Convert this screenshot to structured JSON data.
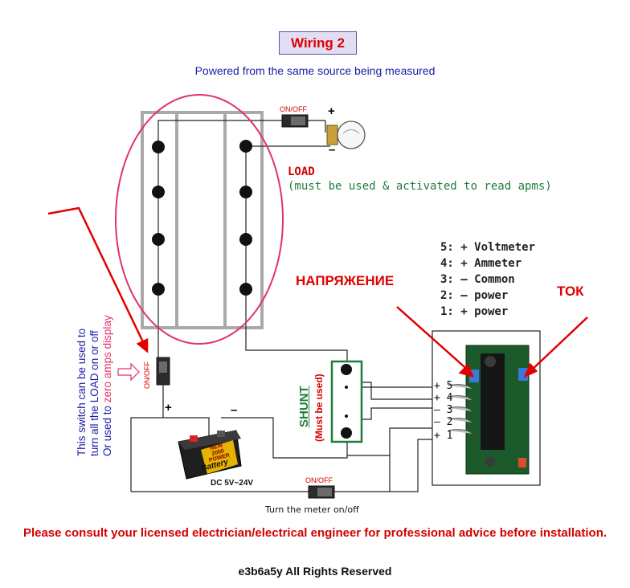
{
  "title": "Wiring 2",
  "subtitle": "Powered from the same source being measured",
  "switch_label": "ON/OFF",
  "load": {
    "plus_sign": "+",
    "minus_sign": "–",
    "label": "LOAD",
    "note": "(must be used & activated to read apms)"
  },
  "legend": [
    "5: + Voltmeter",
    "4: + Ammeter",
    "3: – Common",
    "2: – power",
    "1: + power"
  ],
  "russian": {
    "voltage": "НАПРЯЖЕНИЕ",
    "current": "ТОК"
  },
  "side_note": {
    "line1": "This switch can be used to",
    "line2": "turn all the LOAD on or off",
    "line3_prefix": "Or used to ",
    "line3_highlight": "zero amps display"
  },
  "shunt": {
    "label": "SHUNT",
    "note": "(Must be used)"
  },
  "pins": [
    "+ 5",
    "+ 4",
    "– 3",
    "– 2",
    "+ 1"
  ],
  "battery": {
    "plus_sign": "+",
    "minus_sign": "–",
    "brand_line1": "NEW",
    "brand_line2": "2000",
    "brand_line3": "POWER",
    "name": "Battery",
    "voltage": "DC 5V~24V"
  },
  "meter_switch_caption": "Turn the meter on/off",
  "disclaimer": "Please consult your licensed electrician/electrical engineer for professional advice before installation.",
  "rights": "e3b6a5y All Rights Reserved",
  "colors": {
    "title_text": "#e00000",
    "title_bg": "#e2ddf3",
    "subtitle": "#1c1ca6",
    "load_label": "#d40000",
    "load_note": "#1e7d3c",
    "shunt": "#1e7d3c",
    "ellipse": "#e0326e",
    "arrows": "#e00000",
    "side_note": "#1c1ca6",
    "side_note_highlight": "#e0326e"
  }
}
